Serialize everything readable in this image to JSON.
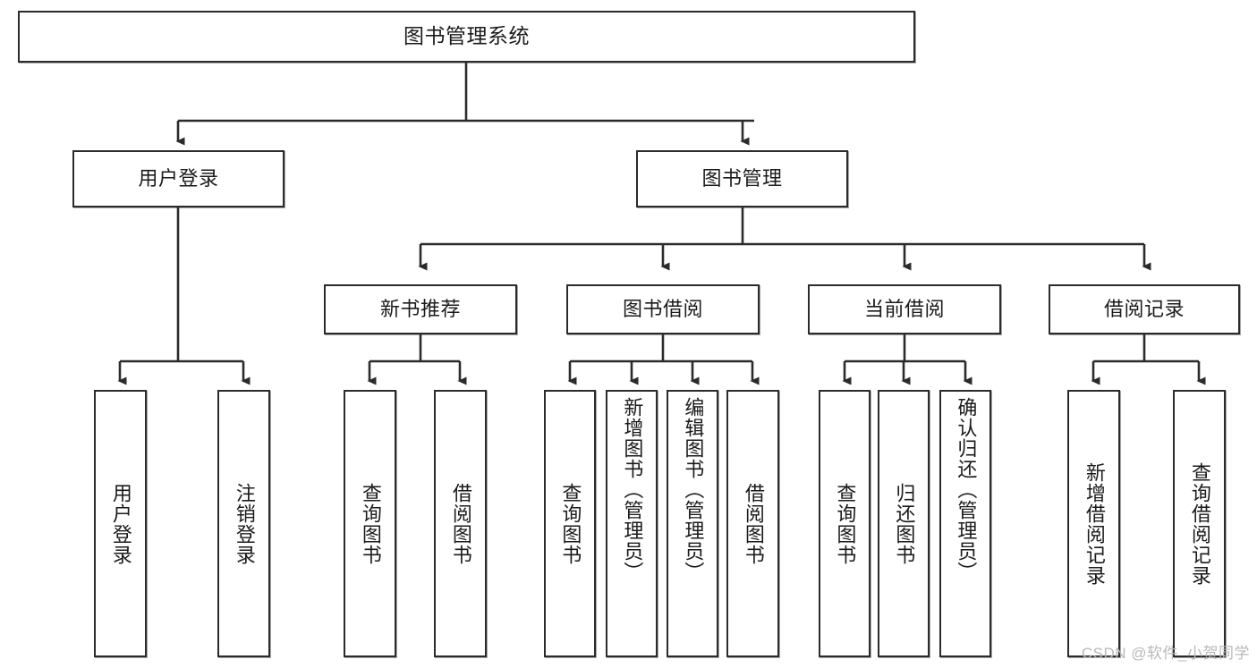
{
  "diagram": {
    "title": "图书管理系统",
    "type": "tree",
    "orientation": "top-down",
    "root": {
      "id": "root",
      "label": "图书管理系统"
    },
    "level2": [
      {
        "id": "user-login",
        "label": "用户登录"
      },
      {
        "id": "book-manage",
        "label": "图书管理"
      }
    ],
    "level3": [
      {
        "id": "new-book-recommend",
        "label": "新书推荐",
        "parent": "book-manage"
      },
      {
        "id": "book-borrow",
        "label": "图书借阅",
        "parent": "book-manage"
      },
      {
        "id": "current-borrow",
        "label": "当前借阅",
        "parent": "book-manage"
      },
      {
        "id": "borrow-record",
        "label": "借阅记录",
        "parent": "book-manage"
      }
    ],
    "leaves": [
      {
        "id": "leaf-user-login",
        "label": "用户登录",
        "parent": "user-login"
      },
      {
        "id": "leaf-logout-login",
        "label": "注销登录",
        "parent": "user-login"
      },
      {
        "id": "leaf-query-book-1",
        "label": "查询图书",
        "parent": "new-book-recommend"
      },
      {
        "id": "leaf-borrow-book-1",
        "label": "借阅图书",
        "parent": "new-book-recommend"
      },
      {
        "id": "leaf-query-book-2",
        "label": "查询图书",
        "parent": "book-borrow"
      },
      {
        "id": "leaf-add-book",
        "label": "新增图书（管理员）",
        "parent": "book-borrow"
      },
      {
        "id": "leaf-edit-book",
        "label": "编辑图书（管理员）",
        "parent": "book-borrow"
      },
      {
        "id": "leaf-borrow-book-2",
        "label": "借阅图书",
        "parent": "book-borrow"
      },
      {
        "id": "leaf-query-book-3",
        "label": "查询图书",
        "parent": "current-borrow"
      },
      {
        "id": "leaf-return-book",
        "label": "归还图书",
        "parent": "current-borrow"
      },
      {
        "id": "leaf-confirm-return",
        "label": "确认归还（管理员）",
        "parent": "current-borrow"
      },
      {
        "id": "leaf-add-record",
        "label": "新增借阅记录",
        "parent": "borrow-record"
      },
      {
        "id": "leaf-query-record",
        "label": "查询借阅记录",
        "parent": "borrow-record"
      }
    ],
    "colors": {
      "stroke": "#2b2b2b",
      "fill": "#ffffff",
      "text": "#1b1b1b",
      "watermark": "#b9b9b9"
    }
  },
  "watermark": {
    "text": "CSDN @软件_小贺同学"
  }
}
